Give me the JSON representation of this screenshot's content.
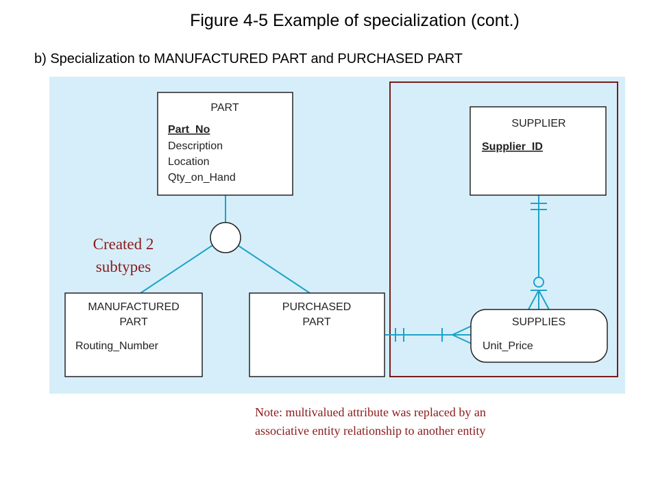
{
  "title": "Figure 4-5 Example of specialization (cont.)",
  "subtitle": "b) Specialization to MANUFACTURED PART and PURCHASED PART",
  "entities": {
    "part": {
      "name": "PART",
      "key": "Part_No",
      "attributes": [
        "Description",
        "Location",
        "Qty_on_Hand"
      ]
    },
    "manufactured_part": {
      "name_line1": "MANUFACTURED",
      "name_line2": "PART",
      "attributes": [
        "Routing_Number"
      ]
    },
    "purchased_part": {
      "name_line1": "PURCHASED",
      "name_line2": "PART"
    },
    "supplier": {
      "name": "SUPPLIER",
      "key": "Supplier_ID"
    },
    "supplies": {
      "name": "SUPPLIES",
      "attributes": [
        "Unit_Price"
      ]
    }
  },
  "annotations": {
    "created_line1": "Created 2",
    "created_line2": "subtypes",
    "note_line1": "Note: multivalued attribute was replaced by an",
    "note_line2": "associative entity relationship to another entity"
  },
  "colors": {
    "panel": "#d6eef9",
    "connector": "#1aa3c8",
    "highlight_border": "#7a1a1a",
    "annotation": "#8b1a1a"
  }
}
